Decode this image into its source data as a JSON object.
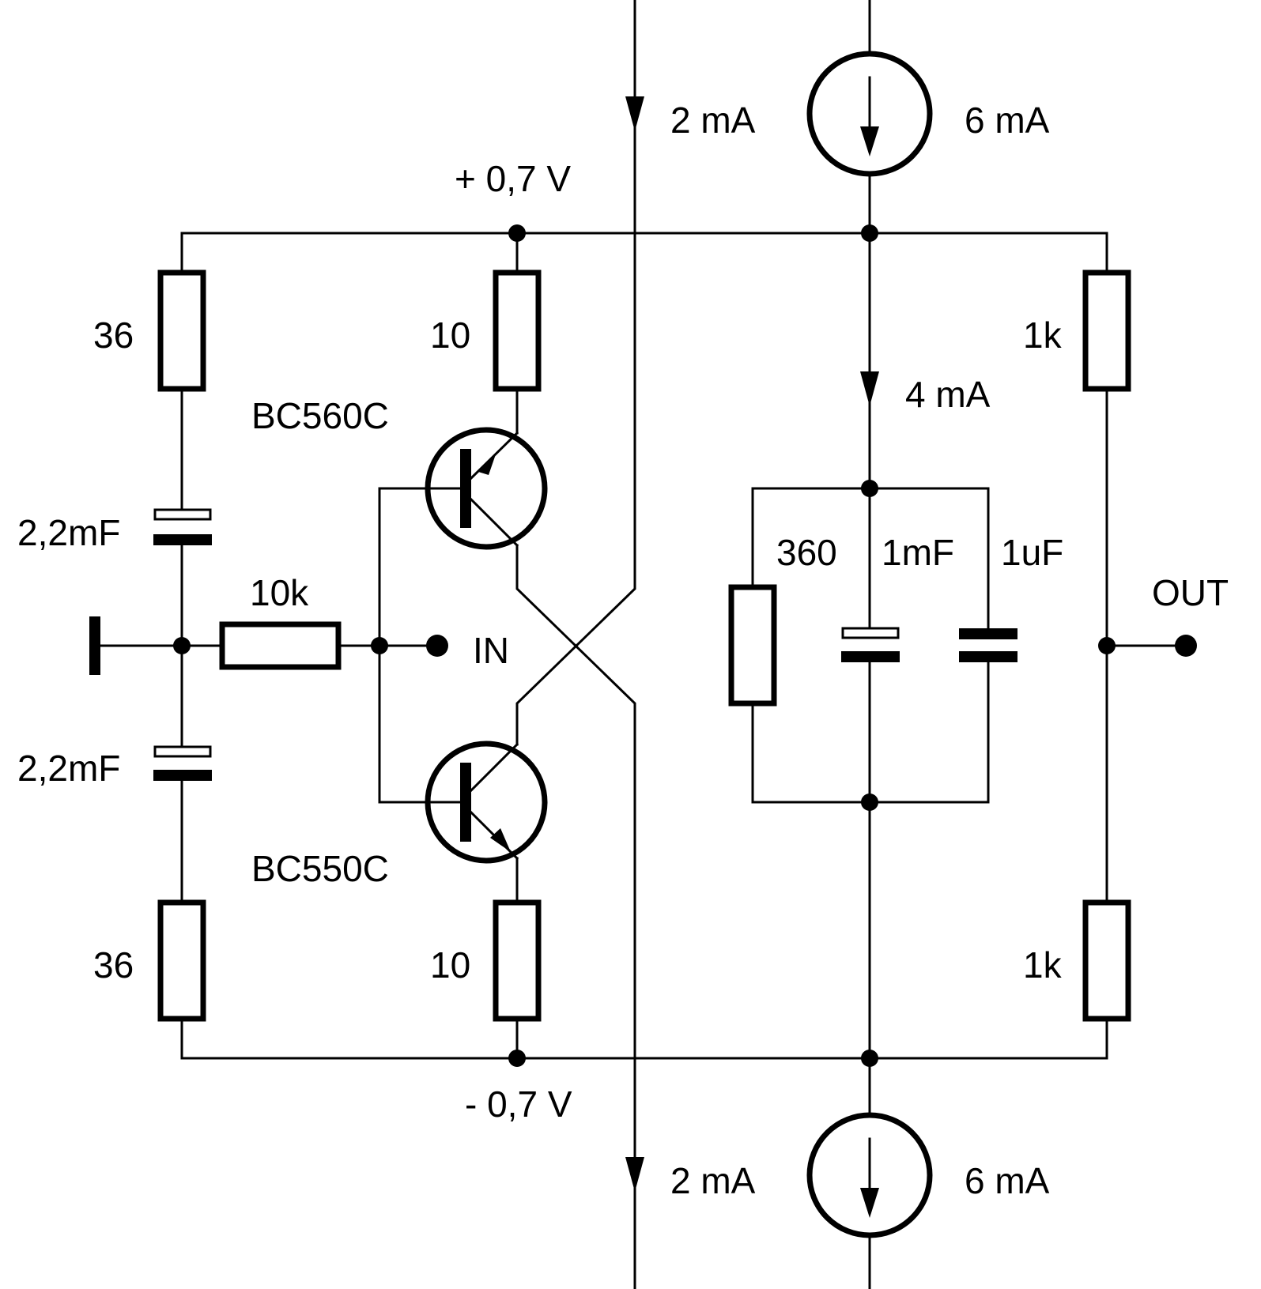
{
  "diagram": {
    "labels": {
      "supply_top": "+ 0,7 V",
      "supply_bottom": "- 0,7 V",
      "bias_current_top": "2 mA",
      "bias_current_bottom": "2 mA",
      "source_current_top": "6 mA",
      "source_current_bottom": "6 mA",
      "branch_current": "4 mA",
      "r_left_top": "36",
      "r_left_bottom": "36",
      "c_left_top": "2,2mF",
      "c_left_bottom": "2,2mF",
      "r_input": "10k",
      "input": "IN",
      "r_emitter_top": "10",
      "r_emitter_bottom": "10",
      "q_top": "BC560C",
      "q_bottom": "BC550C",
      "r_load": "360",
      "c_load_elec": "1mF",
      "c_load_film": "1uF",
      "r_right_top": "1k",
      "r_right_bottom": "1k",
      "output": "OUT"
    },
    "colors": {
      "ink": "#000000",
      "paper": "#ffffff"
    }
  }
}
